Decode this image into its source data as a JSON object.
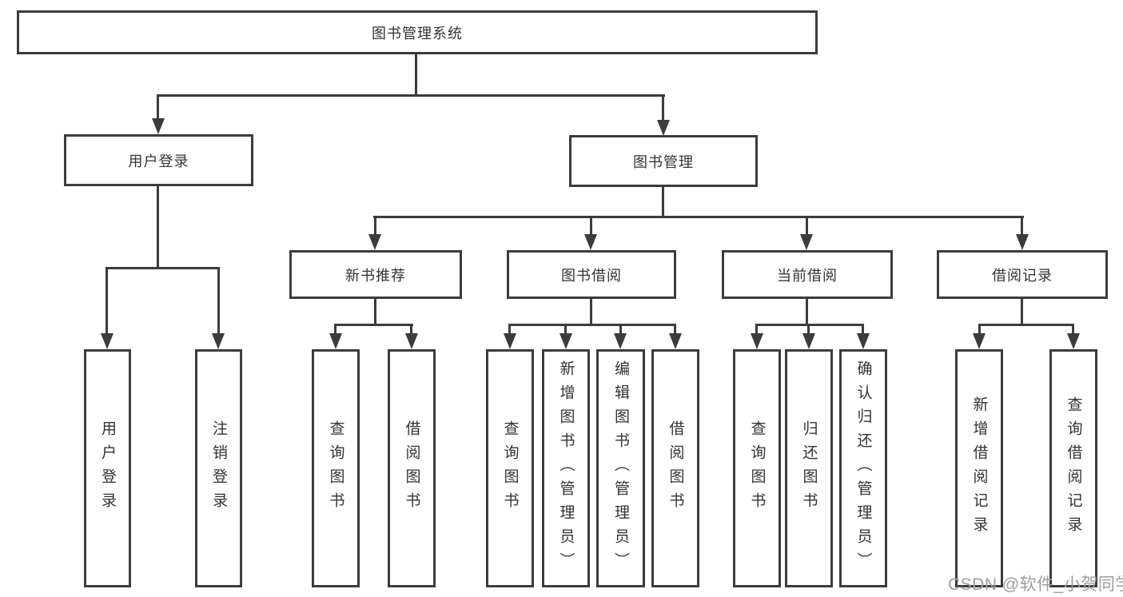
{
  "diagram": {
    "type": "tree",
    "root": {
      "label": "图书管理系统"
    },
    "level2": [
      {
        "label": "用户登录"
      },
      {
        "label": "图书管理"
      }
    ],
    "level3": [
      {
        "label": "新书推荐",
        "parent": "图书管理"
      },
      {
        "label": "图书借阅",
        "parent": "图书管理"
      },
      {
        "label": "当前借阅",
        "parent": "图书管理"
      },
      {
        "label": "借阅记录",
        "parent": "图书管理"
      }
    ],
    "leaves": [
      {
        "label": "用户登录",
        "parent": "用户登录"
      },
      {
        "label": "注销登录",
        "parent": "用户登录"
      },
      {
        "label": "查询图书",
        "parent": "新书推荐"
      },
      {
        "label": "借阅图书",
        "parent": "新书推荐"
      },
      {
        "label": "查询图书",
        "parent": "图书借阅"
      },
      {
        "label": "新增图书（管理员）",
        "parent": "图书借阅"
      },
      {
        "label": "编辑图书（管理员）",
        "parent": "图书借阅"
      },
      {
        "label": "借阅图书",
        "parent": "图书借阅"
      },
      {
        "label": "查询图书",
        "parent": "当前借阅"
      },
      {
        "label": "归还图书",
        "parent": "当前借阅"
      },
      {
        "label": "确认归还（管理员）",
        "parent": "当前借阅"
      },
      {
        "label": "新增借阅记录",
        "parent": "借阅记录"
      },
      {
        "label": "查询借阅记录",
        "parent": "借阅记录"
      }
    ]
  },
  "watermark": {
    "text": "CSDN @软件_小贺同学"
  },
  "colors": {
    "line": "#3c3c3c",
    "text": "#333333",
    "box-bg": "#ffffff",
    "watermark": "#9e9e9e",
    "background": "#ffffff"
  }
}
